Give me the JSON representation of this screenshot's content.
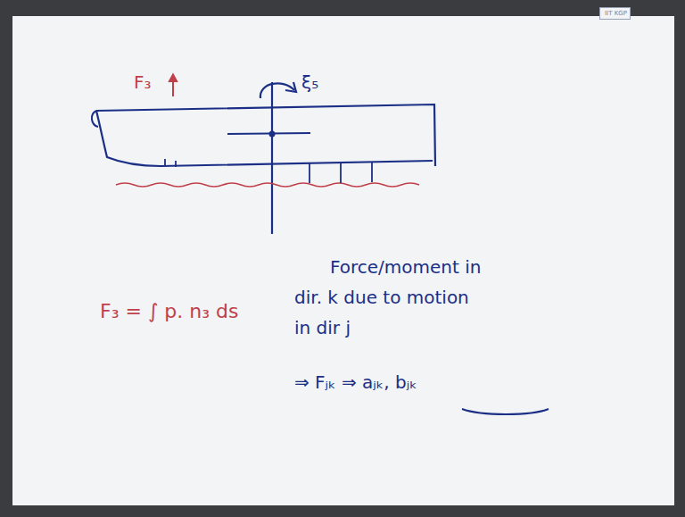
{
  "diagram": {
    "nodes": [
      {
        "text": [
          "IIT KGP"
        ]
      }
    ],
    "labels": [
      "F₃",
      "ξ₅",
      "F₃ = ∫ p. n₃ ds",
      "Force/moment in dir. k due to motion in dir j",
      "⇒ Fⱼₖ ⇒ aⱼₖ, bⱼₖ"
    ]
  }
}
